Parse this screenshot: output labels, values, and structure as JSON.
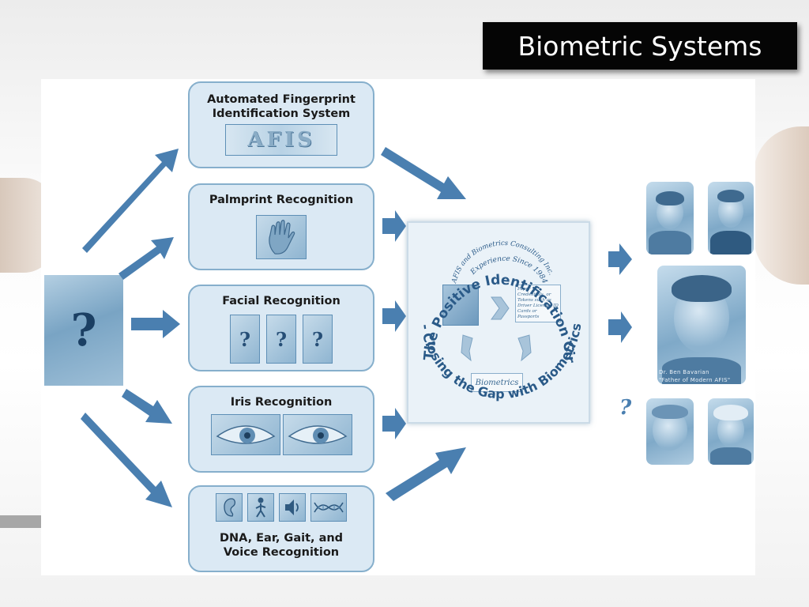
{
  "slide": {
    "title": "Biometric Systems"
  },
  "methods": [
    {
      "label": "Automated Fingerprint Identification System",
      "line1": "Automated Fingerprint",
      "line2": "Identification System",
      "thumb_text": "AFIS"
    },
    {
      "label": "Palmprint Recognition"
    },
    {
      "label": "Facial Recognition"
    },
    {
      "label": "Iris Recognition"
    },
    {
      "label": "DNA, Ear, Gait, and Voice Recognition",
      "line1": "DNA,  Ear, Gait, and",
      "line2": "Voice Recognition"
    }
  ],
  "unknown": {
    "mark": "?"
  },
  "circle": {
    "arc_top": "The Positive Identification Circle !",
    "arc_bottom": "- Closing the Gap with Biometrics",
    "inner_arc1": "AFIS and Biometrics Consulting Inc.",
    "inner_arc2": "Experience Since 1984",
    "note_text": "Paper Credentials, or Tokens such as Driver License, ID Cards or Passports",
    "bio_label": "Biometrics"
  },
  "outputs": {
    "question_mark": "?",
    "caption_line1": "Dr. Ben Bavarian",
    "caption_line2": "\"Father of Modern AFIS\""
  },
  "colors": {
    "arrow": "#4a7fb0",
    "box_fill": "#dbe9f4",
    "box_border": "#86afcc",
    "circle_text": "#2a5a88",
    "title_bg": "#050505"
  }
}
